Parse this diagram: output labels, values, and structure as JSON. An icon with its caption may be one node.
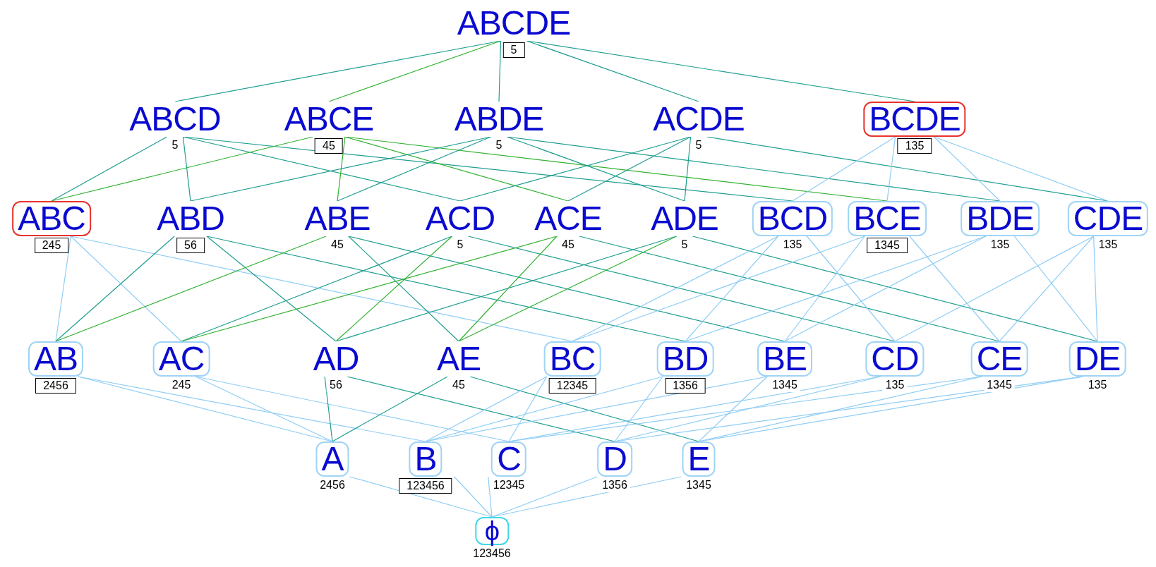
{
  "diagram": {
    "nodes": [
      {
        "text": [
          "ABCDE"
        ],
        "beside": [
          "5"
        ]
      },
      {
        "text": [
          "ABCD"
        ],
        "beside": [
          "5"
        ]
      },
      {
        "text": [
          "ABCE"
        ],
        "beside": [
          "45"
        ]
      },
      {
        "text": [
          "ABDE"
        ],
        "beside": [
          "5"
        ]
      },
      {
        "text": [
          "ACDE"
        ],
        "beside": [
          "5"
        ]
      },
      {
        "text": [
          "BCDE"
        ],
        "beside": [
          "135"
        ]
      },
      {
        "text": [
          "ABC"
        ],
        "beside": [
          "245"
        ]
      },
      {
        "text": [
          "ABD"
        ],
        "beside": [
          "56"
        ]
      },
      {
        "text": [
          "ABE"
        ],
        "beside": [
          "45"
        ]
      },
      {
        "text": [
          "ACD"
        ],
        "beside": [
          "5"
        ]
      },
      {
        "text": [
          "ACE"
        ],
        "beside": [
          "45"
        ]
      },
      {
        "text": [
          "ADE"
        ],
        "beside": [
          "5"
        ]
      },
      {
        "text": [
          "BCD"
        ],
        "beside": [
          "135"
        ]
      },
      {
        "text": [
          "BCE"
        ],
        "beside": [
          "1345"
        ]
      },
      {
        "text": [
          "BDE"
        ],
        "beside": [
          "135"
        ]
      },
      {
        "text": [
          "CDE"
        ],
        "beside": [
          "135"
        ]
      },
      {
        "text": [
          "AB"
        ],
        "beside": [
          "2456"
        ]
      },
      {
        "text": [
          "AC"
        ],
        "beside": [
          "245"
        ]
      },
      {
        "text": [
          "AD"
        ],
        "beside": [
          "56"
        ]
      },
      {
        "text": [
          "AE"
        ],
        "beside": [
          "45"
        ]
      },
      {
        "text": [
          "BC"
        ],
        "beside": [
          "12345"
        ]
      },
      {
        "text": [
          "BD"
        ],
        "beside": [
          "1356"
        ]
      },
      {
        "text": [
          "BE"
        ],
        "beside": [
          "1345"
        ]
      },
      {
        "text": [
          "CD"
        ],
        "beside": [
          "135"
        ]
      },
      {
        "text": [
          "CE"
        ],
        "beside": [
          "1345"
        ]
      },
      {
        "text": [
          "DE"
        ],
        "beside": [
          "135"
        ]
      },
      {
        "text": [
          "A"
        ],
        "beside": [
          "2456"
        ]
      },
      {
        "text": [
          "B"
        ],
        "beside": [
          "123456"
        ]
      },
      {
        "text": [
          "C"
        ],
        "beside": [
          "12345"
        ]
      },
      {
        "text": [
          "D"
        ],
        "beside": [
          "1356"
        ]
      },
      {
        "text": [
          "E"
        ],
        "beside": [
          "1345"
        ]
      },
      {
        "text": [
          "ϕ"
        ],
        "beside": [
          "123456"
        ]
      }
    ],
    "edges": [
      {
        "from": 0,
        "to": 1,
        "arrow": "none",
        "color": "#1f9e8f"
      },
      {
        "from": 0,
        "to": 2,
        "arrow": "none",
        "color": "#2fb02f"
      },
      {
        "from": 0,
        "to": 3,
        "arrow": "none",
        "color": "#1f9e8f"
      },
      {
        "from": 0,
        "to": 4,
        "arrow": "none",
        "color": "#1f9e8f"
      },
      {
        "from": 0,
        "to": 5,
        "arrow": "none",
        "color": "#1f9e8f"
      },
      {
        "from": 1,
        "to": 6,
        "arrow": "none",
        "color": "#1f9e8f"
      },
      {
        "from": 1,
        "to": 7,
        "arrow": "none",
        "color": "#1f9e8f"
      },
      {
        "from": 1,
        "to": 9,
        "arrow": "none",
        "color": "#1f9e8f"
      },
      {
        "from": 1,
        "to": 12,
        "arrow": "none",
        "color": "#1f9e8f"
      },
      {
        "from": 2,
        "to": 6,
        "arrow": "none",
        "color": "#2fb02f"
      },
      {
        "from": 2,
        "to": 8,
        "arrow": "none",
        "color": "#2fb02f"
      },
      {
        "from": 2,
        "to": 10,
        "arrow": "none",
        "color": "#2fb02f"
      },
      {
        "from": 2,
        "to": 13,
        "arrow": "none",
        "color": "#2fb02f"
      },
      {
        "from": 3,
        "to": 7,
        "arrow": "none",
        "color": "#1f9e8f"
      },
      {
        "from": 3,
        "to": 8,
        "arrow": "none",
        "color": "#1f9e8f"
      },
      {
        "from": 3,
        "to": 11,
        "arrow": "none",
        "color": "#1f9e8f"
      },
      {
        "from": 3,
        "to": 14,
        "arrow": "none",
        "color": "#1f9e8f"
      },
      {
        "from": 4,
        "to": 9,
        "arrow": "none",
        "color": "#1f9e8f"
      },
      {
        "from": 4,
        "to": 10,
        "arrow": "none",
        "color": "#1f9e8f"
      },
      {
        "from": 4,
        "to": 11,
        "arrow": "none",
        "color": "#1f9e8f"
      },
      {
        "from": 4,
        "to": 15,
        "arrow": "none",
        "color": "#1f9e8f"
      },
      {
        "from": 5,
        "to": 12,
        "arrow": "none"
      },
      {
        "from": 5,
        "to": 13,
        "arrow": "none"
      },
      {
        "from": 5,
        "to": 14,
        "arrow": "none"
      },
      {
        "from": 5,
        "to": 15,
        "arrow": "none"
      },
      {
        "from": 6,
        "to": 16,
        "arrow": "none"
      },
      {
        "from": 6,
        "to": 17,
        "arrow": "none"
      },
      {
        "from": 6,
        "to": 20,
        "arrow": "none"
      },
      {
        "from": 7,
        "to": 16,
        "arrow": "none",
        "color": "#1f9e8f"
      },
      {
        "from": 7,
        "to": 18,
        "arrow": "none",
        "color": "#1f9e8f"
      },
      {
        "from": 7,
        "to": 21,
        "arrow": "none",
        "color": "#1f9e8f"
      },
      {
        "from": 8,
        "to": 16,
        "arrow": "none",
        "color": "#2fb02f"
      },
      {
        "from": 8,
        "to": 19,
        "arrow": "none",
        "color": "#1f9e8f"
      },
      {
        "from": 8,
        "to": 22,
        "arrow": "none",
        "color": "#1f9e8f"
      },
      {
        "from": 9,
        "to": 17,
        "arrow": "none",
        "color": "#1f9e8f"
      },
      {
        "from": 9,
        "to": 18,
        "arrow": "none",
        "color": "#2fb02f"
      },
      {
        "from": 9,
        "to": 23,
        "arrow": "none",
        "color": "#1f9e8f"
      },
      {
        "from": 10,
        "to": 17,
        "arrow": "none",
        "color": "#2fb02f"
      },
      {
        "from": 10,
        "to": 19,
        "arrow": "none",
        "color": "#2fb02f"
      },
      {
        "from": 10,
        "to": 24,
        "arrow": "none",
        "color": "#1f9e8f"
      },
      {
        "from": 11,
        "to": 18,
        "arrow": "none",
        "color": "#1f9e8f"
      },
      {
        "from": 11,
        "to": 19,
        "arrow": "none",
        "color": "#2fb02f"
      },
      {
        "from": 11,
        "to": 25,
        "arrow": "none",
        "color": "#1f9e8f"
      },
      {
        "from": 12,
        "to": 20,
        "arrow": "none"
      },
      {
        "from": 12,
        "to": 21,
        "arrow": "none"
      },
      {
        "from": 12,
        "to": 23,
        "arrow": "none"
      },
      {
        "from": 13,
        "to": 20,
        "arrow": "none"
      },
      {
        "from": 13,
        "to": 22,
        "arrow": "none"
      },
      {
        "from": 13,
        "to": 24,
        "arrow": "none"
      },
      {
        "from": 14,
        "to": 21,
        "arrow": "none"
      },
      {
        "from": 14,
        "to": 22,
        "arrow": "none"
      },
      {
        "from": 14,
        "to": 25,
        "arrow": "none"
      },
      {
        "from": 15,
        "to": 23,
        "arrow": "none"
      },
      {
        "from": 15,
        "to": 24,
        "arrow": "none"
      },
      {
        "from": 15,
        "to": 25,
        "arrow": "none"
      },
      {
        "from": 16,
        "to": 26,
        "arrow": "none"
      },
      {
        "from": 16,
        "to": 27,
        "arrow": "none"
      },
      {
        "from": 17,
        "to": 26,
        "arrow": "none"
      },
      {
        "from": 17,
        "to": 28,
        "arrow": "none"
      },
      {
        "from": 18,
        "to": 26,
        "arrow": "none",
        "color": "#1f9e8f"
      },
      {
        "from": 18,
        "to": 29,
        "arrow": "none",
        "color": "#1f9e8f"
      },
      {
        "from": 19,
        "to": 26,
        "arrow": "none",
        "color": "#1f9e8f"
      },
      {
        "from": 19,
        "to": 30,
        "arrow": "none",
        "color": "#1f9e8f"
      },
      {
        "from": 20,
        "to": 27,
        "arrow": "none"
      },
      {
        "from": 20,
        "to": 28,
        "arrow": "none"
      },
      {
        "from": 21,
        "to": 27,
        "arrow": "none"
      },
      {
        "from": 21,
        "to": 29,
        "arrow": "none"
      },
      {
        "from": 22,
        "to": 27,
        "arrow": "none"
      },
      {
        "from": 22,
        "to": 30,
        "arrow": "none"
      },
      {
        "from": 23,
        "to": 28,
        "arrow": "none"
      },
      {
        "from": 23,
        "to": 29,
        "arrow": "none"
      },
      {
        "from": 24,
        "to": 28,
        "arrow": "none"
      },
      {
        "from": 24,
        "to": 30,
        "arrow": "none"
      },
      {
        "from": 25,
        "to": 29,
        "arrow": "none"
      },
      {
        "from": 25,
        "to": 30,
        "arrow": "none"
      },
      {
        "from": 26,
        "to": 31,
        "arrow": "none"
      },
      {
        "from": 27,
        "to": 31,
        "arrow": "none"
      },
      {
        "from": 28,
        "to": 31,
        "arrow": "none"
      },
      {
        "from": 29,
        "to": 31,
        "arrow": "none"
      },
      {
        "from": 30,
        "to": 31,
        "arrow": "none"
      }
    ]
  }
}
